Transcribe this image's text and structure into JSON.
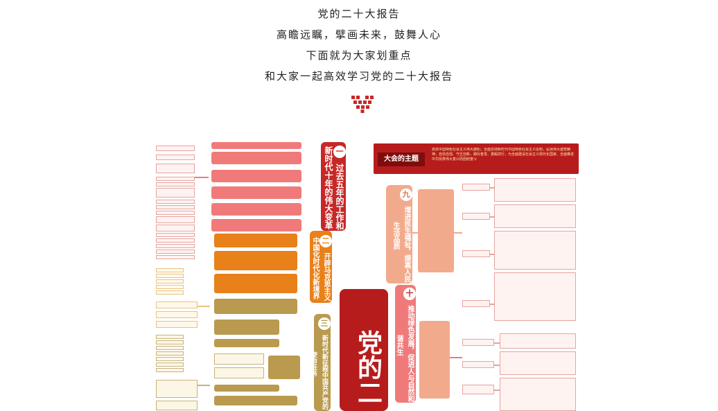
{
  "intro": {
    "line1": "党的二十大报告",
    "line2": "高瞻远瞩，擘画未来，鼓舞人心",
    "line3": "下面就为大家划重点",
    "line4": "和大家一起高效学习党的二十大报告"
  },
  "mindmap": {
    "center_title": "党的二",
    "theme_label": "大会的主题",
    "theme_text": "高举中国特色社会主义伟大旗帜，全面贯彻新时代中国特色社会主义思想，弘扬伟大建党精神，自信自强、守正创新，踔厉奋发、勇毅前行，为全面建设社会主义现代化国家、全面推进中华民族伟大复兴而团结奋斗",
    "branches": [
      {
        "num": "一",
        "label": "过去五年的工作和新时代十年的伟大变革"
      },
      {
        "num": "二",
        "label": "开辟马克思主义中国化时代化新境界"
      },
      {
        "num": "三",
        "label": "新时代新征程中国共产党的使命任务"
      },
      {
        "num": "九",
        "label": "增进民生福祉，提高人民生活品质"
      },
      {
        "num": "十",
        "label": "推动绿色发展，促进人与自然和谐共生"
      }
    ],
    "colors": {
      "red": "#c62828",
      "orange": "#e8811a",
      "olive": "#b99a4e",
      "pink": "#f07a7a"
    }
  }
}
